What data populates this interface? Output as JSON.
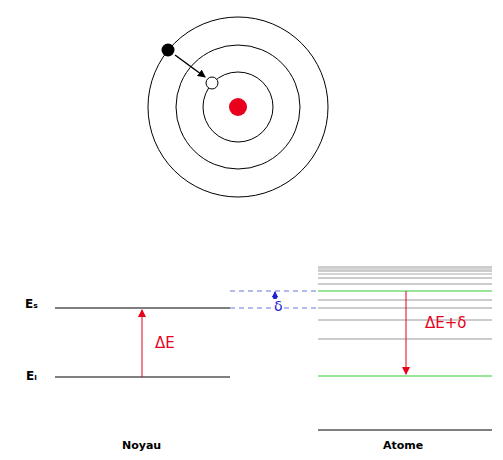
{
  "diagram": {
    "labels": [
      "Eₛ",
      "Eᵢ",
      "ΔE",
      "δ",
      "ΔE+δ",
      "Noyau",
      "Atome"
    ]
  }
}
